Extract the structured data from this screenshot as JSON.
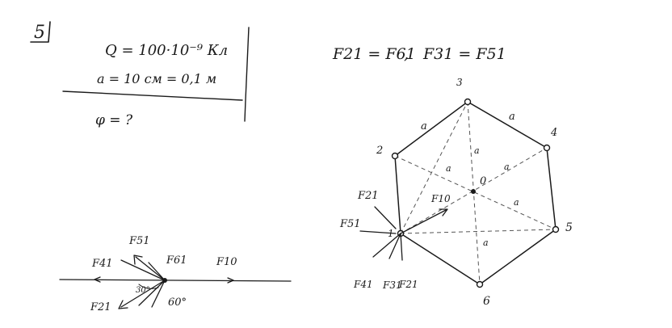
{
  "problem": {
    "number": "5",
    "q_line": "Q = 100·10⁻⁹ Кл",
    "a_line": "a = 10 см = 0,1 м",
    "unknown": "φ = ?"
  },
  "hexagon": {
    "vertex_labels": [
      "1",
      "2",
      "3",
      "4",
      "5",
      "6"
    ],
    "side_label": "a",
    "center_label": "0"
  },
  "equality": {
    "eq1": "F21 = F61",
    "separator": ",",
    "eq2": "F31 = F51"
  },
  "forces_at_vertex1": {
    "labels": [
      "F21",
      "F51",
      "F10",
      "F41",
      "F31",
      "F21"
    ]
  },
  "force_diagram": {
    "labels": [
      "F51",
      "F41",
      "F61",
      "F10",
      "F21"
    ],
    "angle_label": "60°",
    "small_angle_label": "30°"
  }
}
